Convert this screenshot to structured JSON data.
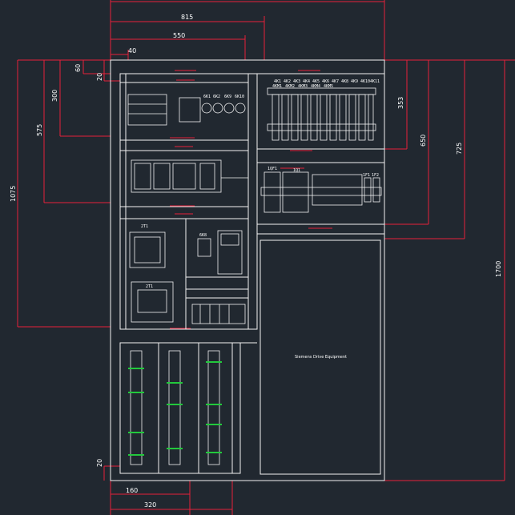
{
  "dimensions": {
    "top_815": "815",
    "top_550": "550",
    "top_40": "40",
    "left_60": "60",
    "left_20_top": "20",
    "left_300": "300",
    "left_575": "575",
    "left_1075": "1075",
    "left_20_bottom": "20",
    "bottom_160": "160",
    "bottom_320": "320",
    "right_353": "353",
    "right_650": "650",
    "right_725": "725",
    "right_1700": "1700"
  },
  "panel": {
    "equipment_label": "Siemens Drive Equipment",
    "breaker_top_row": [
      "4K1",
      "4K2",
      "4K3",
      "4K4",
      "4K5",
      "4K6",
      "4K7",
      "4K8",
      "4K9",
      "4K10",
      "4K11"
    ],
    "breaker_sub_row": [
      "4KM1",
      "4KM2",
      "4KM3",
      "4KM4",
      "4KM5"
    ],
    "mid_labels": [
      "6K1",
      "6K2",
      "6K9",
      "6K10"
    ],
    "plc_label": "2T1",
    "transformer_label": "2T1",
    "relay_label": "6K8",
    "sidebar_labels": [
      "1QF1",
      "1Q1",
      "1F1",
      "1F2"
    ]
  },
  "colors": {
    "background": "#212830",
    "dimension_red": "#e8203a",
    "drawing_white": "#f2f2f2",
    "terminal_green": "#22c83c"
  }
}
